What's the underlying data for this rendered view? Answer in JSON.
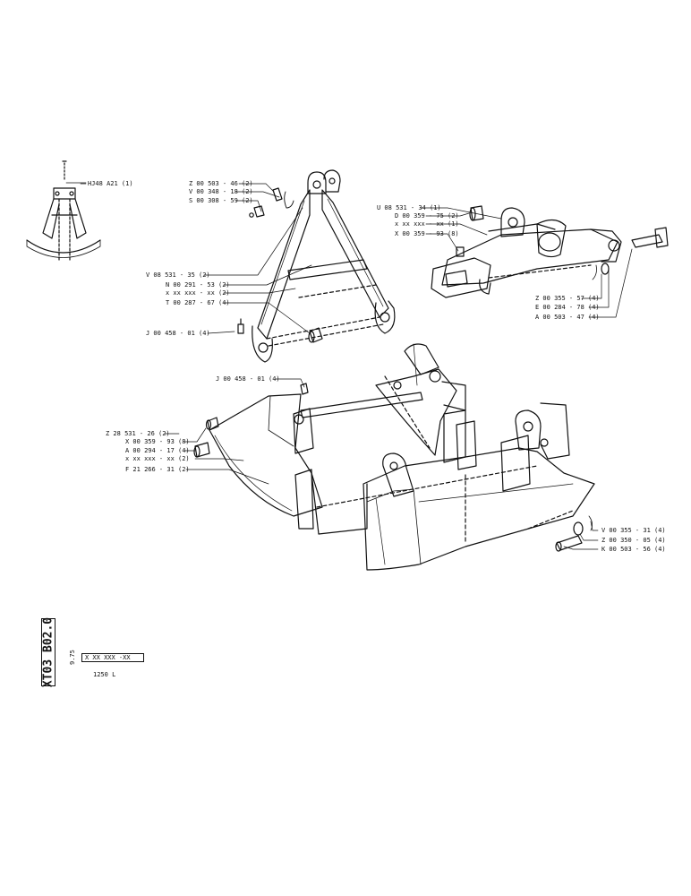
{
  "sheet": {
    "code": "XT03 B02.0",
    "date": "9.75",
    "ref": "X XX XXX -XX",
    "model": "1250 L"
  },
  "labels": {
    "top_left": "HJ48 A21 (1)",
    "z_00_503_46": "Z 00 503 - 46 (2)",
    "v_00_348_18": "V 00 348 - 18 (2)",
    "s_00_308_59": "S 00 308 - 59 (2)",
    "v_08_531_35": "V 08 531 - 35 (2)",
    "n_00_291_53": "N 00 291 - 53 (2)",
    "x_xx_a": "x xx xxx - xx (2)",
    "t_00_287_67": "T 00 287 - 67 (4)",
    "j_00_458_01_a": "J 00 458 - 01 (4)",
    "u_08_531_34": "U 08 531 - 34 (1)",
    "d_00_359_75": "D 00 359 - 75 (2)",
    "x_xx_b": "x xx xxx - xx (1)",
    "x_00_359_93_a": "X 00 359 - 93 (8)",
    "z_00_355_57": "Z 00 355 - 57 (4)",
    "e_00_284_78": "E 00 284 - 78 (4)",
    "a_00_503_47": "A 00 503 - 47 (4)",
    "j_00_458_01_b": "J 00 458 - 01 (4)",
    "z_28_531_26": "Z 28 531 - 26 (2)",
    "x_00_359_93_b": "X 00 359 - 93 (8)",
    "a_00_294_17": "A 00 294 - 17 (4)",
    "x_xx_c": "x xx xxx - xx (2)",
    "f_21_266_31": "F 21 266 - 31 (2)",
    "v_00_355_31": "V 00 355 - 31 (4)",
    "z_00_350_05": "Z 00 350 - 05 (4)",
    "k_00_503_56": "K 00 503 - 56 (4)"
  }
}
